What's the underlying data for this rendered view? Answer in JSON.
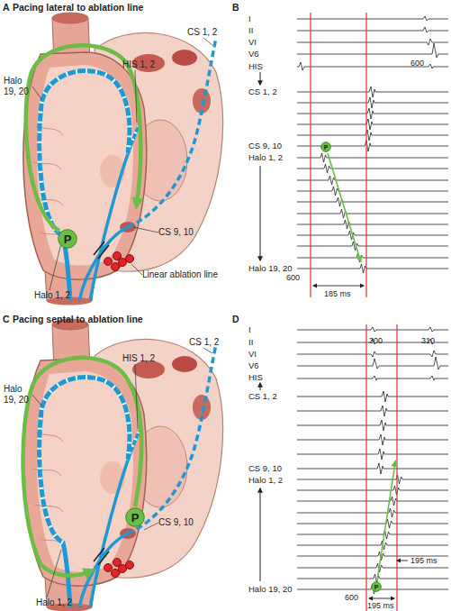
{
  "diagram": {
    "nodes": [
      {
        "text": [
          "P"
        ]
      },
      {
        "text": [
          "P"
        ]
      },
      {
        "text": [
          "P"
        ]
      },
      {
        "text": [
          "P"
        ]
      }
    ],
    "labels": [
      "A",
      "Pacing lateral to ablation line",
      "Halo 19, 20",
      "HIS 1, 2",
      "CS 1, 2",
      "CS 9, 10",
      "Linear ablation line",
      "Halo 1, 2",
      "B",
      "I",
      "II",
      "VI",
      "V6",
      "HIS",
      "CS 1, 2",
      "CS 9, 10",
      "Halo 1, 2",
      "Halo 19, 20",
      "600",
      "600",
      "185 ms",
      "C",
      "Pacing septal to ablation line",
      "Halo 19, 20",
      "HIS 1, 2",
      "CS 1, 2",
      "CS 9, 10",
      "Halo 1, 2",
      "D",
      "I",
      "II",
      "VI",
      "V6",
      "HIS",
      "CS 1, 2",
      "CS 9, 10",
      "Halo 1, 2",
      "Halo 19, 20",
      "300",
      "310",
      "195 ms",
      "600",
      "195 ms"
    ]
  }
}
